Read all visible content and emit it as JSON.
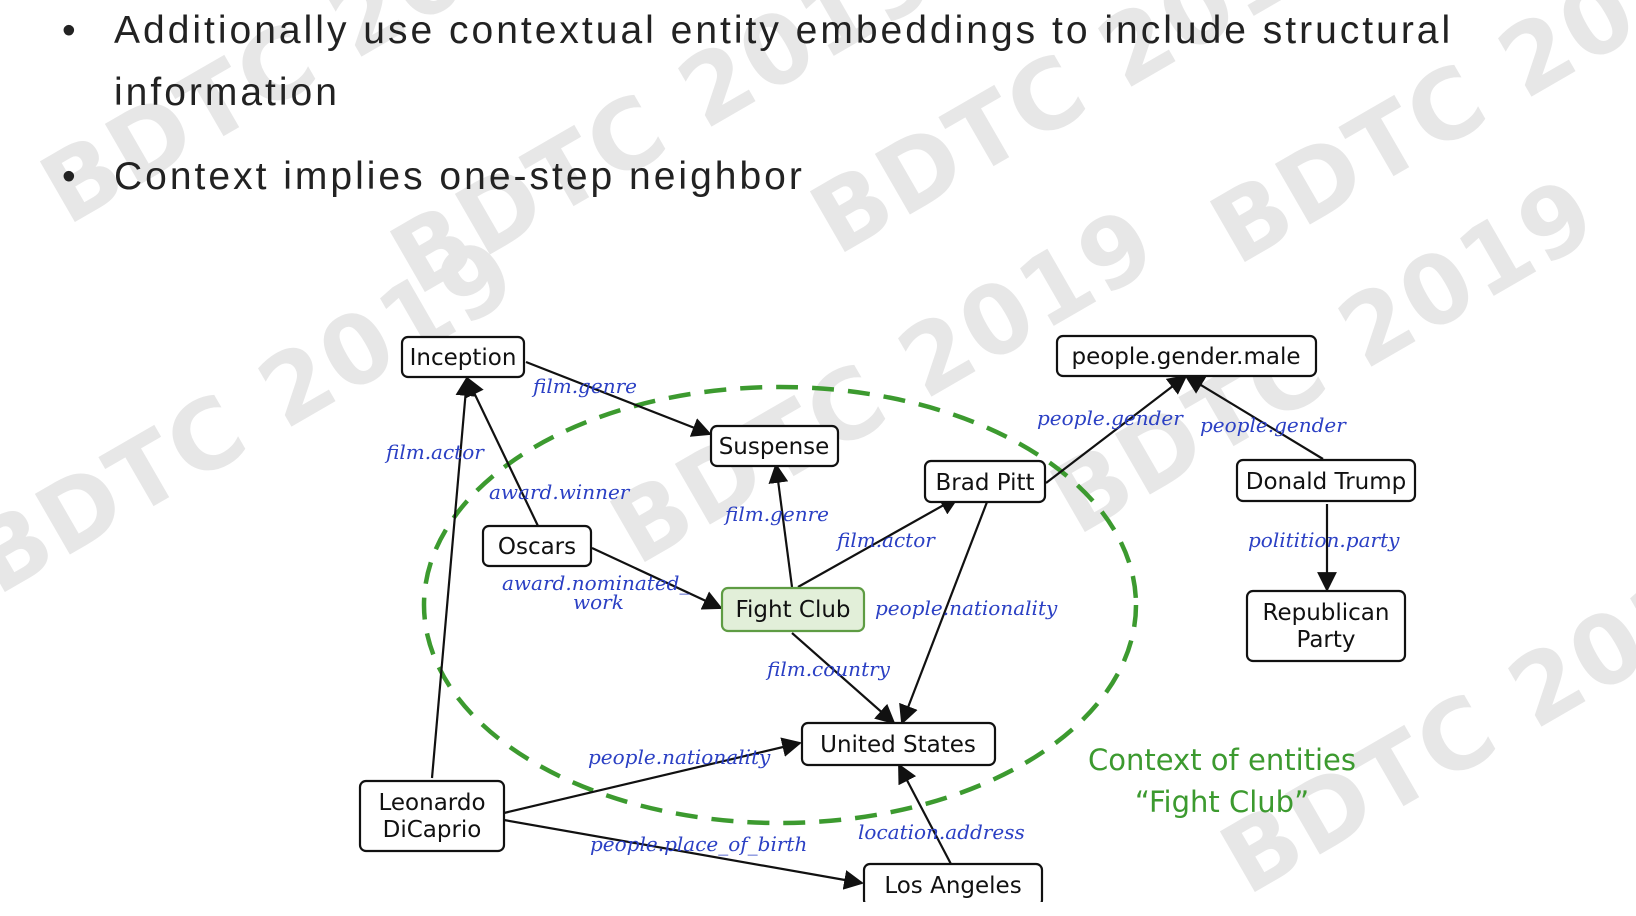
{
  "bullets": [
    "Additionally use contextual entity embeddings to include structural",
    "information",
    "Context implies one-step neighbor"
  ],
  "bullet_marker": "•",
  "watermarks": [
    "BDTC 2019",
    "BDTC 2019",
    "BDTC 2019",
    "BDTC 2019",
    "BDTC 2019",
    "BDTC 2019",
    "BDTC 2019",
    "BDTC 2019"
  ],
  "graph": {
    "nodes": {
      "inception": "Inception",
      "suspense": "Suspense",
      "oscars": "Oscars",
      "fight_club": "Fight Club",
      "brad_pitt": "Brad Pitt",
      "gender_male": "people.gender.male",
      "donald_trump": "Donald Trump",
      "republican_line1": "Republican",
      "republican_line2": "Party",
      "united_states": "United States",
      "leonardo_line1": "Leonardo",
      "leonardo_line2": "DiCaprio",
      "los_angeles": "Los Angeles"
    },
    "edges": {
      "inception_suspense": "film.genre",
      "leo_inception": "film.actor",
      "oscars_inception": "award.winner",
      "fc_suspense": "film.genre",
      "fc_brad": "film.actor",
      "oscars_fc_1": "award.nominated_",
      "oscars_fc_2": "work",
      "brad_us": "people.nationality",
      "fc_us": "film.country",
      "brad_gender": "people.gender",
      "trump_gender": "people.gender",
      "trump_party": "politition.party",
      "leo_us": "people.nationality",
      "leo_la": "people.place_of_birth",
      "la_us": "location.address"
    },
    "context_label_line1": "Context of entities",
    "context_label_line2": "“Fight Club”",
    "colors": {
      "edge_label": "#2b40c4",
      "context": "#3c9a2f",
      "highlight_fill": "#e2efd9",
      "node_border": "#111111"
    }
  }
}
